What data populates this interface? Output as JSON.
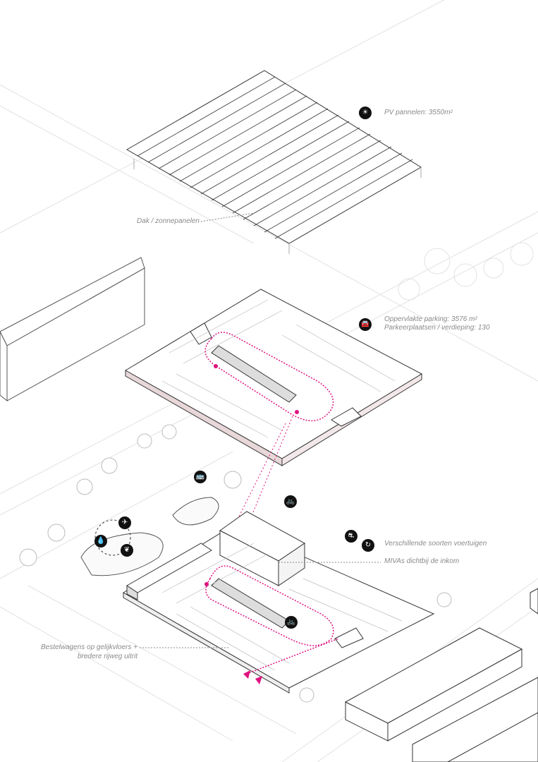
{
  "labels": {
    "pv": "PV pannelen: 3550m²",
    "roof": "Dak / zonnepanelen",
    "parking_area": "Oppervlakte parking: 3576 m²",
    "parking_spaces": "Parkeerplaatsen / verdieping: 130",
    "vehicles": "Verschillende soorten voertuigen",
    "mivas": "MIVAs dichtbij de inkom",
    "vans_1": "Bestelwagens op gelijkvloers +",
    "vans_2": "bredere rijweg uitrit"
  },
  "icons": {
    "sun": "☀",
    "car": "🚘",
    "bus": "🚌",
    "bike": "🚲",
    "vehicle_mix": "⛐",
    "charging": "↻",
    "bird": "✈",
    "water": "💧",
    "plant": "❦"
  },
  "colors": {
    "accent": "#e0127f",
    "line": "#333333",
    "faint": "#d8d8d8"
  }
}
